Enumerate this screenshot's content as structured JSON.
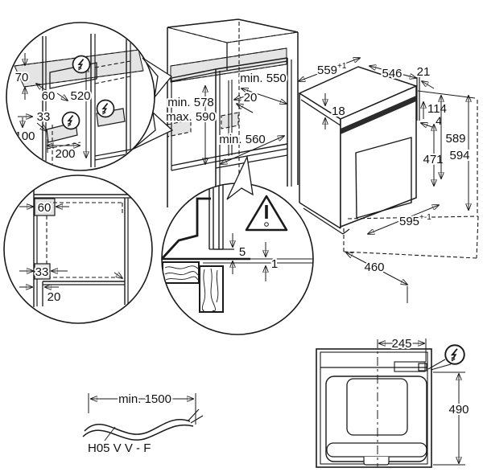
{
  "colors": {
    "line": "#1a1a1a",
    "shade": "#e4e4e4",
    "background": "#ffffff"
  },
  "detail_electrical": {
    "d70": "70",
    "d60": "60",
    "d520": "520",
    "d33": "33",
    "d100": "100",
    "d200": "200"
  },
  "cabinet": {
    "min550": "min. 550",
    "d20": "20",
    "min578": "min. 578",
    "max590": "max. 590",
    "min560": "min. 560"
  },
  "oven": {
    "w": "559",
    "w_tol": "+1",
    "depth": "546",
    "d21": "21",
    "d18": "18",
    "d114": "114",
    "d4": "4",
    "d471": "471",
    "d589": "589",
    "d594": "594",
    "niche_w": "595",
    "niche_w_tol": "+-1",
    "niche_d": "460"
  },
  "detail_panel": {
    "d60": "60",
    "d33": "33",
    "d20": "20"
  },
  "detail_gap": {
    "d5": "5",
    "d1": "1"
  },
  "cable": {
    "length": "min. 1500",
    "type": "H05 V V - F"
  },
  "top_view": {
    "d245": "245",
    "d490": "490"
  },
  "icons": {
    "lightning": "electrical-connection-point",
    "warning": "caution-warning"
  }
}
